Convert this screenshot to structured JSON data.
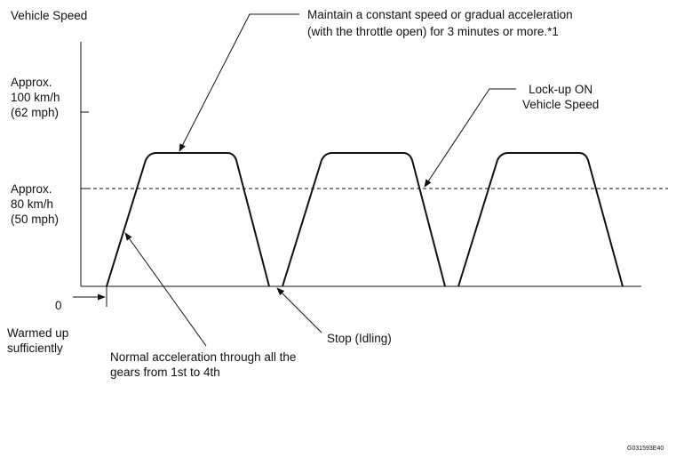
{
  "y_axis": {
    "title": "Vehicle Speed",
    "ticks": {
      "speed_100": [
        "Approx.",
        "100 km/h",
        "(62 mph)"
      ],
      "speed_80": [
        "Approx.",
        "80 km/h",
        "(50 mph)"
      ],
      "zero": "0"
    }
  },
  "callouts": {
    "constant_speed": [
      "Maintain a constant speed or gradual acceleration",
      "(with the throttle open) for 3 minutes or more.*1"
    ],
    "lockup": [
      "Lock-up ON",
      "Vehicle Speed"
    ],
    "warmed_up": [
      "Warmed up",
      "sufficiently"
    ],
    "stop": "Stop (Idling)",
    "normal_accel": [
      "Normal acceleration through all the",
      "gears from 1st to 4th"
    ]
  },
  "figure_code": "G031593E40"
}
